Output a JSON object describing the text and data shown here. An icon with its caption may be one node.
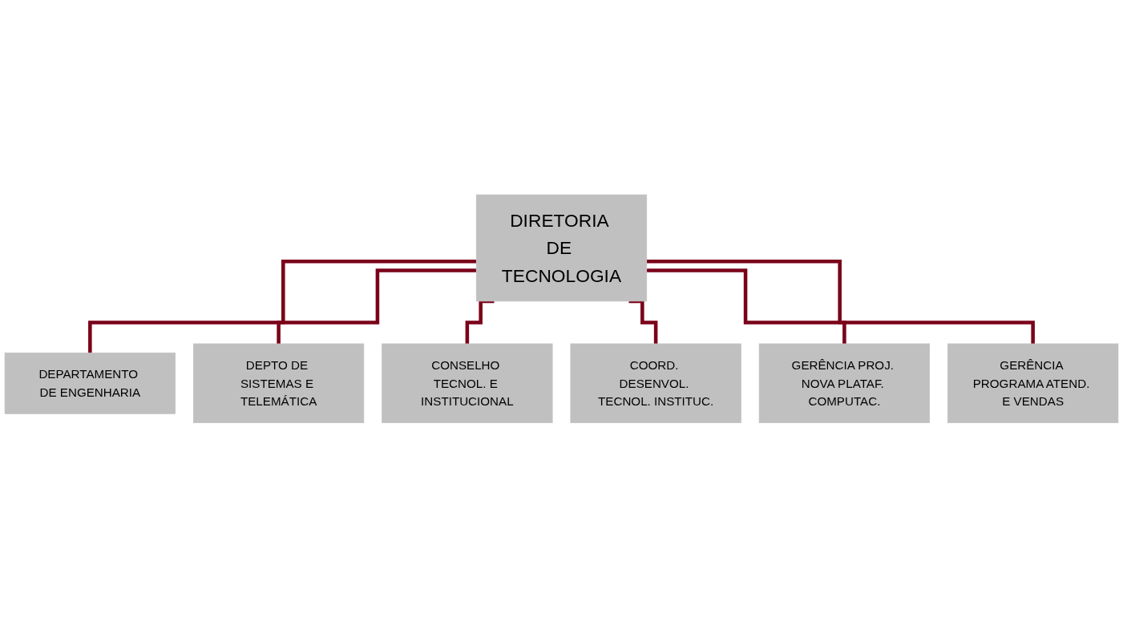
{
  "diagram": {
    "nodes": [
      {
        "text": [
          "DIRETORIA DE TECNOLOGIA"
        ]
      },
      {
        "text": [
          "DEPARTAMENTO DE ENGENHARIA"
        ]
      },
      {
        "text": [
          "DEPTO DE SISTEMAS E TELEMÁTICA"
        ]
      },
      {
        "text": [
          "CONSELHO TECNOL. E INSTITUCIONAL"
        ]
      },
      {
        "text": [
          "COORD. DESENVOL. TECNOL. INSTITUC."
        ]
      },
      {
        "text": [
          "GERÊNCIA PROJ. NOVA PLATAF. COMPUTAC."
        ]
      },
      {
        "text": [
          "GERÊNCIA PROGRAMA ATEND. E VENDAS"
        ]
      }
    ],
    "edges": [
      {
        "from": 0,
        "to": 1,
        "arrow": "none"
      },
      {
        "from": 0,
        "to": 2,
        "arrow": "none"
      },
      {
        "from": 0,
        "to": 3,
        "arrow": "none"
      },
      {
        "from": 0,
        "to": 4,
        "arrow": "none"
      },
      {
        "from": 0,
        "to": 5,
        "arrow": "none"
      },
      {
        "from": 0,
        "to": 6,
        "arrow": "none"
      }
    ]
  }
}
